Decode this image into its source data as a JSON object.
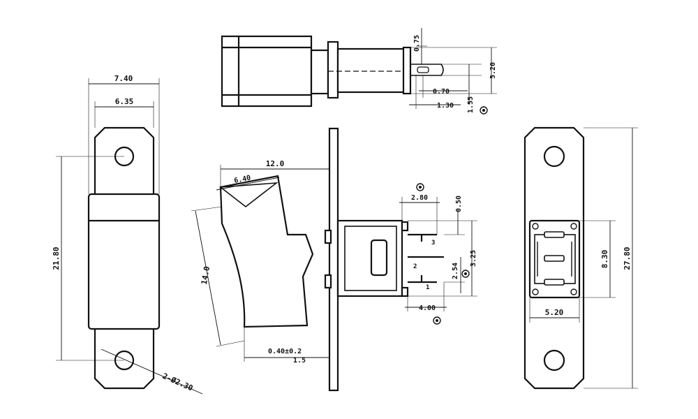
{
  "left_view": {
    "width_outer": "7.40",
    "width_inner": "6.35",
    "height": "21.80",
    "hole_callout": "2-Ø2.30"
  },
  "top_view": {
    "dim_a": "0.75",
    "dim_b": "0.70",
    "dim_c": "1.30",
    "dim_d": "1.55",
    "dim_e": "5.20"
  },
  "center_view": {
    "dim_length": "12.0",
    "dim_rocker_top": "6.40",
    "dim_rocker_side": "14.0",
    "dim_bottom": "0.40±0.2",
    "dim_bottom_sub": "1.5",
    "dim_pin_gap_top": "2.80",
    "dim_pin_offset": "0.50",
    "dim_pin_span": "2.54",
    "dim_body_h": "3.25",
    "dim_pin_bottom": "4.00",
    "pin_labels": [
      "3",
      "2",
      "1"
    ]
  },
  "right_view": {
    "dim_total_h": "27.80",
    "dim_body_h": "8.30",
    "dim_body_w": "5.20"
  },
  "colors": {
    "line": "#111111",
    "background": "#ffffff"
  }
}
